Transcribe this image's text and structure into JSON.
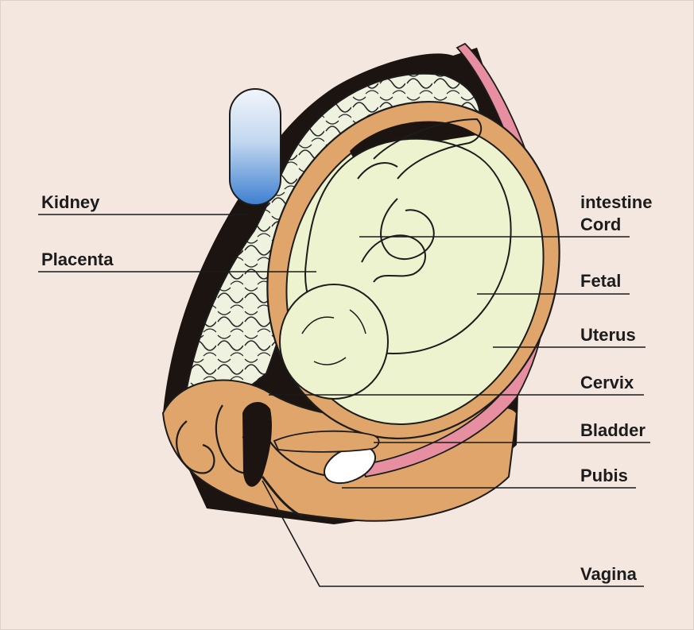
{
  "diagram": {
    "labels": {
      "kidney": "Kidney",
      "placenta": "Placenta",
      "intestine": "intestine",
      "cord": "Cord",
      "fetal": "Fetal",
      "uterus": "Uterus",
      "cervix": "Cervix",
      "bladder": "Bladder",
      "pubis": "Pubis",
      "vagina": "Vagina"
    },
    "colors": {
      "background": "#f3e7e0",
      "uterus_wall": "#e0a56a",
      "amniotic_fluid": "#eef3cf",
      "intestine_fill": "#eef2df",
      "kidney_top": "#eef3fb",
      "kidney_bottom": "#3d7fd0",
      "skin_pink": "#e78fa0",
      "dark_tissue": "#1c1410"
    }
  }
}
